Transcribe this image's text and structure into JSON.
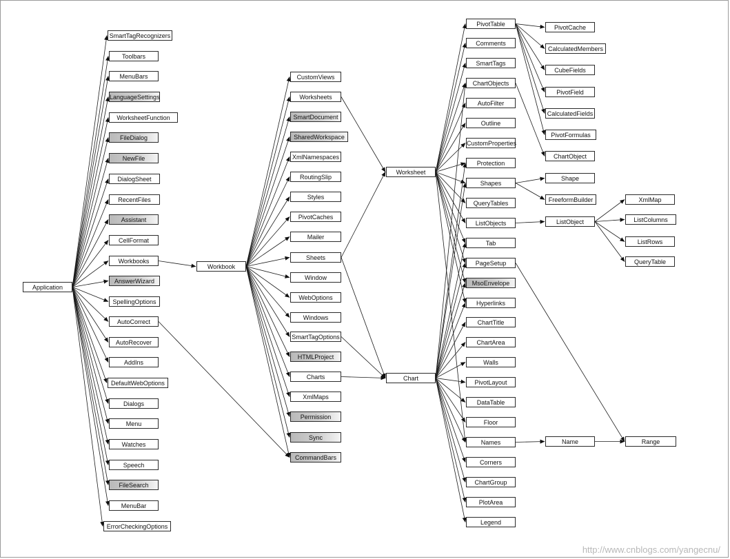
{
  "watermark": "http://www.cnblogs.com/yangecnu/",
  "shaded_color": "#c0c0c0",
  "nodes": {
    "application": "Application",
    "smarttagrecognizers": "SmartTagRecognizers",
    "toolbars": "Toolbars",
    "menubars": "MenuBars",
    "languagesettings": "LanguageSettings",
    "worksheetfunction": "WorksheetFunction",
    "filedialog": "FileDialog",
    "newfile": "NewFile",
    "dialogsheet": "DialogSheet",
    "recentfiles": "RecentFiles",
    "assistant": "Assistant",
    "cellformat": "CellFormat",
    "workbooks": "Workbooks",
    "answerwizard": "AnswerWizard",
    "spellingoptions": "SpellingOptions",
    "autocorrect": "AutoCorrect",
    "autorecover": "AutoRecover",
    "addins": "AddIns",
    "defaultweboptions": "DefaultWebOptions",
    "dialogs": "Dialogs",
    "menu": "Menu",
    "watches": "Watches",
    "speech": "Speech",
    "filesearch": "FileSearch",
    "menubar": "MenuBar",
    "errorcheckingoptions": "ErrorCheckingOptions",
    "workbook": "Workbook",
    "customviews": "CustomViews",
    "worksheets": "Worksheets",
    "smartdocument": "SmartDocument",
    "sharedworkspace": "SharedWorkspace",
    "xmlnamespaces": "XmlNamespaces",
    "routingslip": "RoutingSlip",
    "styles": "Styles",
    "pivotcaches": "PivotCaches",
    "mailer": "Mailer",
    "sheets": "Sheets",
    "window": "Window",
    "weboptions": "WebOptions",
    "windows": "Windows",
    "smarttagoptions": "SmartTagOptions",
    "htmlproject": "HTMLProject",
    "charts": "Charts",
    "xmlmaps": "XmlMaps",
    "permission": "Permission",
    "sync": "Sync",
    "commandbars": "CommandBars",
    "worksheet": "Worksheet",
    "chart": "Chart",
    "pivottable": "PivotTable",
    "comments": "Comments",
    "smarttags": "SmartTags",
    "chartobjects": "ChartObjects",
    "autofilter": "AutoFilter",
    "outline": "Outline",
    "customproperties": "CustomProperties",
    "protection": "Protection",
    "shapes": "Shapes",
    "querytables": "QueryTables",
    "listobjects": "ListObjects",
    "tab": "Tab",
    "pagesetup": "PageSetup",
    "msoenvelope": "MsoEnvelope",
    "hyperlinks": "Hyperlinks",
    "charttitle": "ChartTitle",
    "chartarea": "ChartArea",
    "walls": "Walls",
    "pivotlayout": "PivotLayout",
    "datatable": "DataTable",
    "floor": "Floor",
    "names": "Names",
    "corners": "Corners",
    "chartgroup": "ChartGroup",
    "plotarea": "PlotArea",
    "legend": "Legend",
    "pivotcache": "PivotCache",
    "calculatedmembers": "CalculatedMembers",
    "cubefields": "CubeFields",
    "pivotfield": "PivotField",
    "calculatedfields": "CalculatedFields",
    "pivotformulas": "PivotFormulas",
    "chartobject": "ChartObject",
    "shape": "Shape",
    "freeformbuilder": "FreeformBuilder",
    "listobject": "ListObject",
    "xmlmap": "XmlMap",
    "listcolumns": "ListColumns",
    "listrows": "ListRows",
    "querytable": "QueryTable",
    "name": "Name",
    "range": "Range"
  },
  "shaded_nodes": [
    "languagesettings",
    "filedialog",
    "newfile",
    "assistant",
    "answerwizard",
    "filesearch",
    "smartdocument",
    "sharedworkspace",
    "htmlproject",
    "permission",
    "sync",
    "commandbars",
    "msoenvelope"
  ],
  "edges": [
    [
      "application",
      "smarttagrecognizers"
    ],
    [
      "application",
      "toolbars"
    ],
    [
      "application",
      "menubars"
    ],
    [
      "application",
      "languagesettings"
    ],
    [
      "application",
      "worksheetfunction"
    ],
    [
      "application",
      "filedialog"
    ],
    [
      "application",
      "newfile"
    ],
    [
      "application",
      "dialogsheet"
    ],
    [
      "application",
      "recentfiles"
    ],
    [
      "application",
      "assistant"
    ],
    [
      "application",
      "cellformat"
    ],
    [
      "application",
      "workbooks"
    ],
    [
      "application",
      "answerwizard"
    ],
    [
      "application",
      "spellingoptions"
    ],
    [
      "application",
      "autocorrect"
    ],
    [
      "application",
      "autorecover"
    ],
    [
      "application",
      "addins"
    ],
    [
      "application",
      "defaultweboptions"
    ],
    [
      "application",
      "dialogs"
    ],
    [
      "application",
      "menu"
    ],
    [
      "application",
      "watches"
    ],
    [
      "application",
      "speech"
    ],
    [
      "application",
      "filesearch"
    ],
    [
      "application",
      "menubar"
    ],
    [
      "application",
      "errorcheckingoptions"
    ],
    [
      "workbooks",
      "workbook"
    ],
    [
      "autocorrect",
      "commandbars"
    ],
    [
      "workbook",
      "customviews"
    ],
    [
      "workbook",
      "worksheets"
    ],
    [
      "workbook",
      "smartdocument"
    ],
    [
      "workbook",
      "sharedworkspace"
    ],
    [
      "workbook",
      "xmlnamespaces"
    ],
    [
      "workbook",
      "routingslip"
    ],
    [
      "workbook",
      "styles"
    ],
    [
      "workbook",
      "pivotcaches"
    ],
    [
      "workbook",
      "mailer"
    ],
    [
      "workbook",
      "sheets"
    ],
    [
      "workbook",
      "window"
    ],
    [
      "workbook",
      "weboptions"
    ],
    [
      "workbook",
      "windows"
    ],
    [
      "workbook",
      "smarttagoptions"
    ],
    [
      "workbook",
      "htmlproject"
    ],
    [
      "workbook",
      "charts"
    ],
    [
      "workbook",
      "xmlmaps"
    ],
    [
      "workbook",
      "permission"
    ],
    [
      "workbook",
      "sync"
    ],
    [
      "workbook",
      "commandbars"
    ],
    [
      "worksheets",
      "worksheet"
    ],
    [
      "sheets",
      "worksheet"
    ],
    [
      "sheets",
      "chart"
    ],
    [
      "charts",
      "chart"
    ],
    [
      "smarttagoptions",
      "chart"
    ],
    [
      "worksheet",
      "pivottable"
    ],
    [
      "worksheet",
      "comments"
    ],
    [
      "worksheet",
      "smarttags"
    ],
    [
      "worksheet",
      "chartobjects"
    ],
    [
      "worksheet",
      "autofilter"
    ],
    [
      "worksheet",
      "outline"
    ],
    [
      "worksheet",
      "customproperties"
    ],
    [
      "worksheet",
      "protection"
    ],
    [
      "worksheet",
      "shapes"
    ],
    [
      "worksheet",
      "querytables"
    ],
    [
      "worksheet",
      "listobjects"
    ],
    [
      "worksheet",
      "tab"
    ],
    [
      "worksheet",
      "pagesetup"
    ],
    [
      "worksheet",
      "msoenvelope"
    ],
    [
      "worksheet",
      "hyperlinks"
    ],
    [
      "worksheet",
      "names"
    ],
    [
      "chart",
      "charttitle"
    ],
    [
      "chart",
      "chartarea"
    ],
    [
      "chart",
      "walls"
    ],
    [
      "chart",
      "pivotlayout"
    ],
    [
      "chart",
      "datatable"
    ],
    [
      "chart",
      "floor"
    ],
    [
      "chart",
      "names"
    ],
    [
      "chart",
      "corners"
    ],
    [
      "chart",
      "chartgroup"
    ],
    [
      "chart",
      "plotarea"
    ],
    [
      "chart",
      "legend"
    ],
    [
      "chart",
      "chartobjects"
    ],
    [
      "chart",
      "shapes"
    ],
    [
      "chart",
      "tab"
    ],
    [
      "chart",
      "pagesetup"
    ],
    [
      "chart",
      "msoenvelope"
    ],
    [
      "chart",
      "hyperlinks"
    ],
    [
      "chart",
      "protection"
    ],
    [
      "pivottable",
      "pivotcache"
    ],
    [
      "pivottable",
      "calculatedmembers"
    ],
    [
      "pivottable",
      "cubefields"
    ],
    [
      "pivottable",
      "pivotfield"
    ],
    [
      "pivottable",
      "calculatedfields"
    ],
    [
      "pivottable",
      "pivotformulas"
    ],
    [
      "chartobjects",
      "chartobject"
    ],
    [
      "shapes",
      "shape"
    ],
    [
      "shapes",
      "freeformbuilder"
    ],
    [
      "listobjects",
      "listobject"
    ],
    [
      "listobject",
      "xmlmap"
    ],
    [
      "listobject",
      "listcolumns"
    ],
    [
      "listobject",
      "listrows"
    ],
    [
      "listobject",
      "querytable"
    ],
    [
      "names",
      "name"
    ],
    [
      "name",
      "range"
    ],
    [
      "pagesetup",
      "range"
    ]
  ]
}
